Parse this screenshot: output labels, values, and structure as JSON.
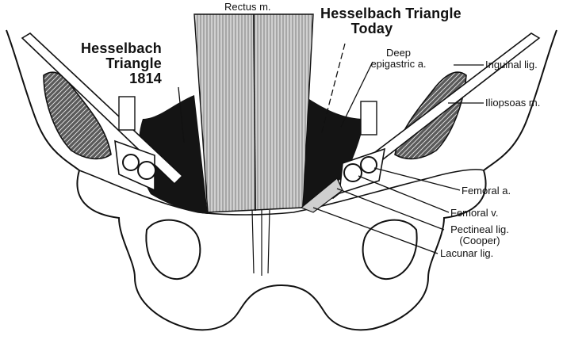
{
  "labels": {
    "rectus": "Rectus m.",
    "hb_today_line1": "Hesselbach Triangle",
    "hb_today_line2": "Today",
    "deep_epigastric_line1": "Deep",
    "deep_epigastric_line2": "epigastric a.",
    "hb_1814_line1": "Hesselbach",
    "hb_1814_line2": "Triangle",
    "hb_1814_line3": "1814",
    "inguinal_lig": "Inguinal lig.",
    "iliopsoas": "Iliopsoas m.",
    "femoral_a": "Femoral a.",
    "femoral_v": "Femoral v.",
    "pectineal_line1": "Pectineal lig.",
    "pectineal_line2": "(Cooper)",
    "lacunar_lig": "Lacunar lig."
  },
  "colors": {
    "ink": "#111111",
    "paper": "#ffffff",
    "triangle_fill": "#141414"
  }
}
